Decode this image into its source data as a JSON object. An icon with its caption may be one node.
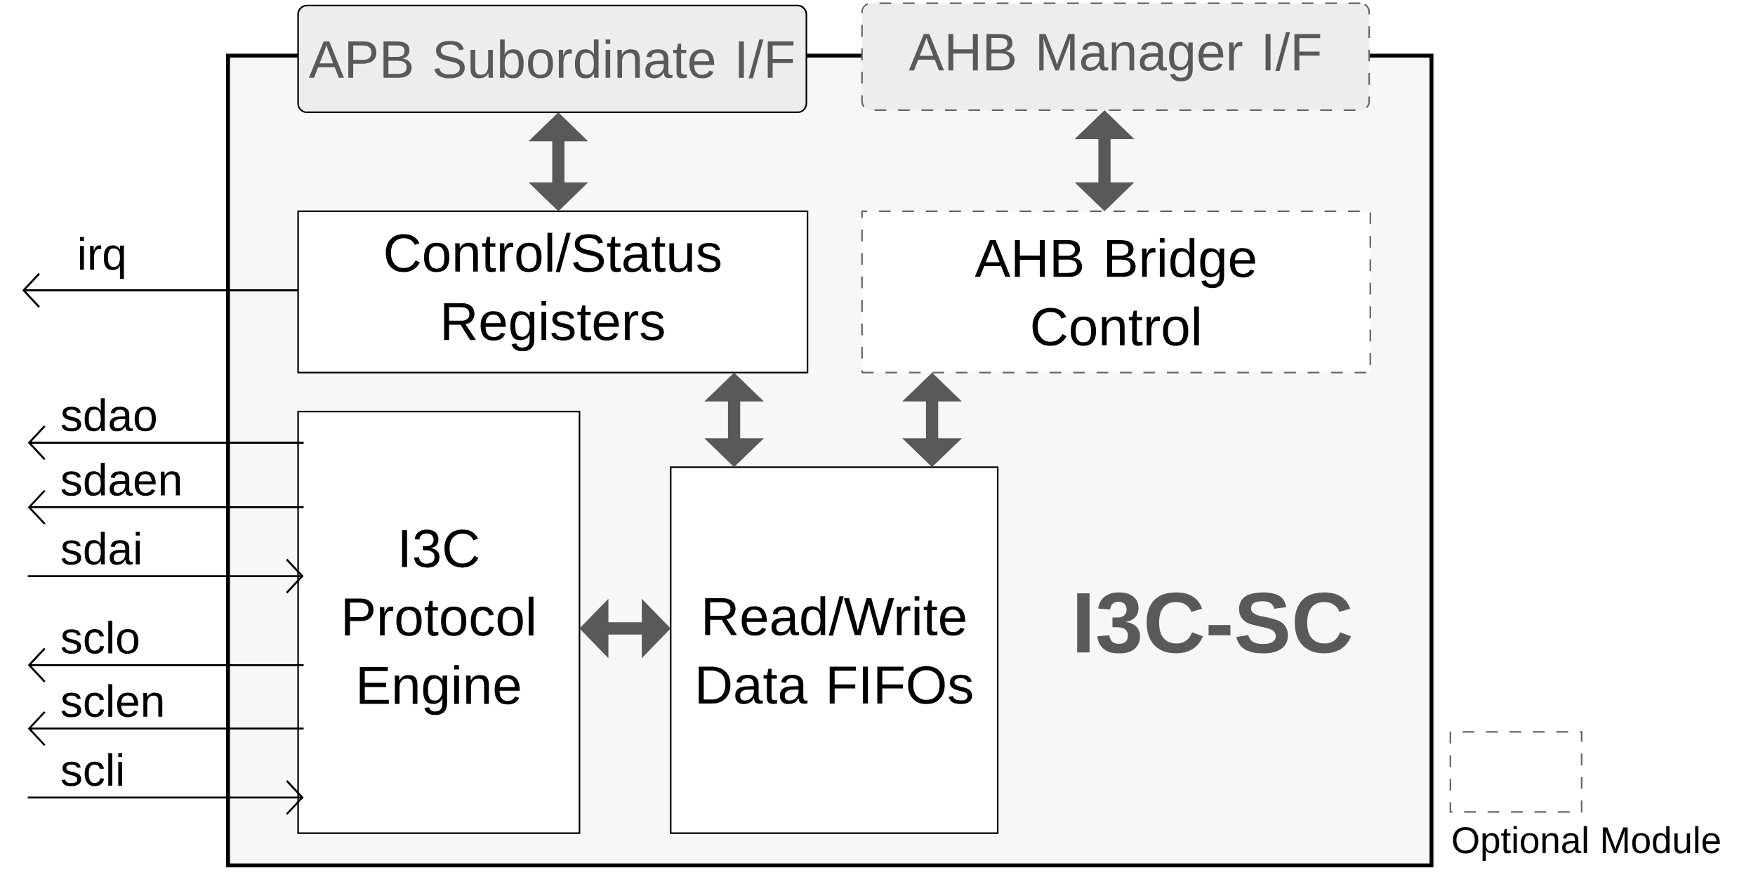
{
  "diagram": {
    "nodes": [
      {
        "text": [
          "I3C-SC"
        ]
      },
      {
        "text": [
          "APB Subordinate I/F"
        ]
      },
      {
        "text": [
          "AHB Manager I/F"
        ]
      },
      {
        "text": [
          "Control/Status Registers"
        ],
        "in": 0
      },
      {
        "text": [
          "AHB Bridge Control"
        ],
        "in": 0
      },
      {
        "text": [
          "I3C Protocol Engine"
        ],
        "in": 0
      },
      {
        "text": [
          "Read/Write Data FIFOs"
        ],
        "in": 0
      }
    ],
    "edges": [
      {
        "from": 1,
        "to": 3,
        "arrow": "both",
        "style": "thick",
        "color": "#595959"
      },
      {
        "from": 2,
        "to": 4,
        "arrow": "both",
        "style": "thick",
        "color": "#595959"
      },
      {
        "from": 3,
        "to": 6,
        "arrow": "both",
        "style": "thick",
        "color": "#595959"
      },
      {
        "from": 4,
        "to": 6,
        "arrow": "both",
        "style": "thick",
        "color": "#595959"
      },
      {
        "from": 5,
        "to": 6,
        "arrow": "both",
        "style": "thick",
        "color": "#595959"
      },
      {
        "from": 3,
        "to": null,
        "arrow": "to",
        "label": "irq"
      },
      {
        "from": 5,
        "to": null,
        "arrow": "to",
        "label": "sdao"
      },
      {
        "from": 5,
        "to": null,
        "arrow": "to",
        "label": "sdaen"
      },
      {
        "from": null,
        "to": 5,
        "arrow": "to",
        "label": "sdai"
      },
      {
        "from": 5,
        "to": null,
        "arrow": "to",
        "label": "sclo"
      },
      {
        "from": 5,
        "to": null,
        "arrow": "to",
        "label": "sclen"
      },
      {
        "from": null,
        "to": 5,
        "arrow": "to",
        "label": "scli"
      }
    ],
    "legend": [
      {
        "text": "Optional Module"
      }
    ]
  }
}
